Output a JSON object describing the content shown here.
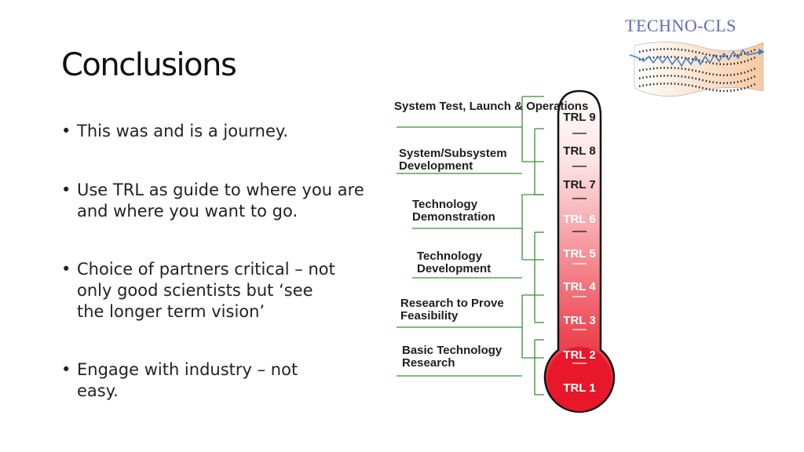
{
  "slide": {
    "title": "Conclusions",
    "bullets": [
      "This was and is a journey.",
      "Use TRL as guide to where you are and where you want to go.",
      "Choice of partners critical – not only good scientists but ‘see the longer term vision’",
      "Engage with industry – not easy."
    ],
    "bullet_marker": "•"
  },
  "logo": {
    "text": "TECHNO-CLS"
  },
  "diagram": {
    "stages": [
      "System Test, Launch & Operations",
      "System/Subsystem Development",
      "Technology Demonstration",
      "Technology Development",
      "Research to Prove Feasibility",
      "Basic Technology Research"
    ],
    "levels": [
      "TRL 9",
      "TRL 8",
      "TRL 7",
      "TRL 6",
      "TRL 5",
      "TRL 4",
      "TRL 3",
      "TRL 2",
      "TRL 1"
    ],
    "colors": {
      "connector": "#3d8c3d",
      "level_dark": "#1a1a1a",
      "level_light": "#ffffff",
      "bulb": "#e8172a",
      "outline": "#111111"
    }
  }
}
